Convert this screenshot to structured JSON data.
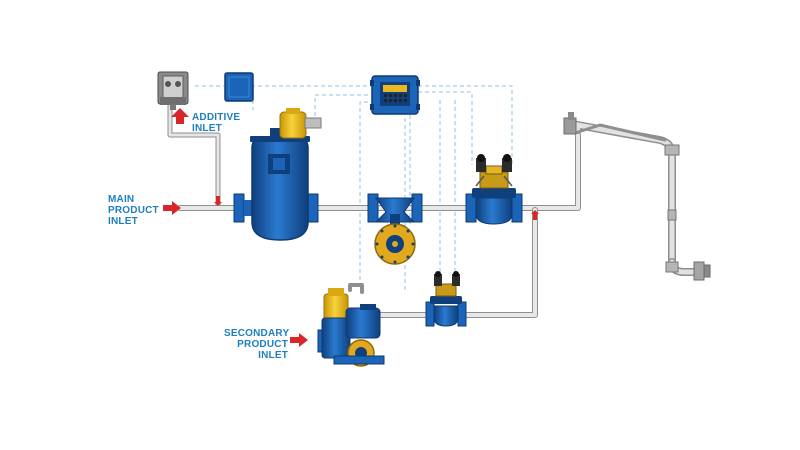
{
  "labels": {
    "additive_line1": "ADDITIVE",
    "additive_line2": "INLET",
    "main_line1": "MAIN",
    "main_line2": "PRODUCT",
    "main_line3": "INLET",
    "secondary_line1": "SECONDARY",
    "secondary_line2": "PRODUCT",
    "secondary_line3": "INLET"
  },
  "colors": {
    "label_text": "#1e7fc1",
    "arrow": "#d9262a",
    "pipe": "#c8c8c8",
    "pipe_edge": "#8f8f8f",
    "signal_line": "#8cc6e6",
    "equipment_blue": "#1b64b8",
    "equipment_dark": "#0f3f7d",
    "actuator_yellow": "#f2c21b",
    "meter_gold": "#e3a91e"
  }
}
